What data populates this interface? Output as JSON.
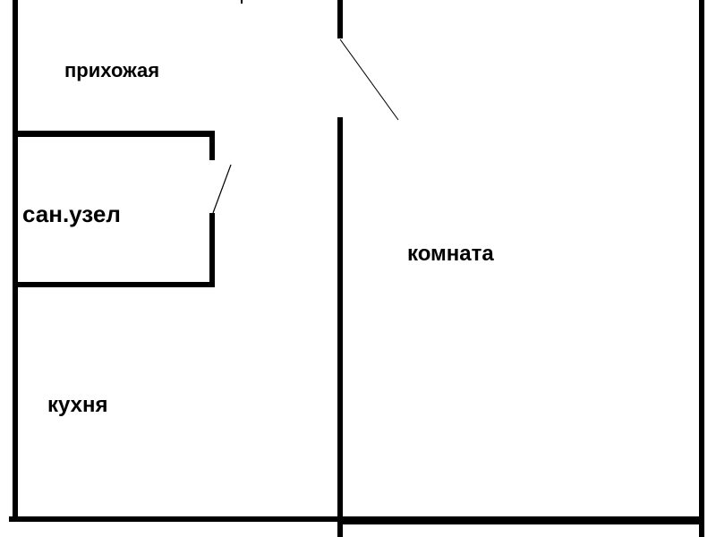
{
  "rooms": {
    "hallway": "прихожая",
    "bathroom": "сан.узел",
    "room": "комната",
    "kitchen": "кухня"
  },
  "colors": {
    "wall": "#000000",
    "background": "#ffffff"
  }
}
